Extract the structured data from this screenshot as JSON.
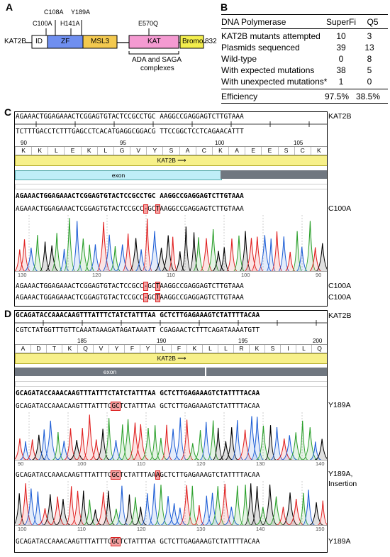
{
  "panelA": {
    "label": "A",
    "gene": "KAT2B",
    "end": "832",
    "domains": [
      "ID",
      "ZF",
      "MSL3",
      "KAT",
      "Bromo"
    ],
    "mutations": [
      "C108A",
      "Y189A",
      "C100A",
      "H141A",
      "E570Q"
    ],
    "complex_note": [
      "ADA and SAGA",
      "complexes"
    ]
  },
  "panelB": {
    "label": "B",
    "header": [
      "DNA Polymerase",
      "SuperFi",
      "Q5"
    ],
    "rows": [
      [
        "KAT2B mutants attempted",
        "10",
        "3"
      ],
      [
        "Plasmids sequenced",
        "39",
        "13"
      ],
      [
        "Wild-type",
        "0",
        "8"
      ],
      [
        "With expected mutations",
        "38",
        "5"
      ],
      [
        "With unexpected mutations*",
        "1",
        "0"
      ]
    ],
    "footer": [
      "Efficiency",
      "97.5%",
      "38.5%"
    ]
  },
  "panelC": {
    "label": "C",
    "ref_seq": "AGAAACTGGAGAAACTCGGAGTGTACTCCGCCTGC AAGGCCGAGGAGTCTTGTAAA",
    "comp_seq": "TCTTTGACCTCTTTGAGCCTCACATGAGGCGGACG TTCCGGCTCCTCAGAACATTT",
    "aa": [
      "K",
      "K",
      "L",
      "E",
      "K",
      "L",
      "G",
      "V",
      "Y",
      "S",
      "A",
      "C",
      "K",
      "A",
      "E",
      "E",
      "S",
      "C",
      "K"
    ],
    "aa_nums": [
      "90",
      "95",
      "100",
      "105"
    ],
    "gene_label": "KAT2B",
    "exon": "exon",
    "consensus": "AGAAACTGGAGAAACTCGGAGTGTACTCCGCCTGC AAGGCCGAGGAGTCTTGTAAA",
    "read1_pre": "AGAAACTGGAGAAACTCGGAGTGTACTCCGCC",
    "read1_m1": "-",
    "read1_mid": "GC",
    "read1_m2": "T",
    "read1_post": "AAGGCCGAGGAGTCTTGTAAA",
    "read_label": "C100A",
    "ref_label": "KAT2B",
    "trace_ticks": [
      "130",
      "120",
      "110",
      "100",
      "90"
    ]
  },
  "panelD": {
    "label": "D",
    "ref_seq": "GCAGATACCAAACAAGTTTATTTCTATCTATTTAA GCTCTTGAGAAAGTCTATTTTACAA",
    "comp_seq": "CGTCTATGGTTTGTTCAAATAAAGATAGATAAATT CGAGAACTCTTTCAGATAAAATGTT",
    "aa": [
      "A",
      "D",
      "T",
      "K",
      "Q",
      "V",
      "Y",
      "F",
      "Y",
      "L",
      "F",
      "K",
      "L",
      "L",
      "R",
      "K",
      "S",
      "I",
      "L",
      "Q"
    ],
    "aa_nums": [
      "185",
      "190",
      "195",
      "200"
    ],
    "gene_label": "KAT2B",
    "exon": "exon",
    "consensus": "GCAGATACCAAACAAGTTTATTTCTATCTATTTAA GCTCTTGAGAAAGTCTATTTTACAA",
    "read1_pre": "GCAGATACCAAACAAGTTTATTTC",
    "read1_mut": "GC",
    "read1_post": "TCTATTTAA GCTCTTGAGAAAGTCTATTTTACAA",
    "read1_label": "Y189A",
    "trace1_ticks": [
      "90",
      "100",
      "110",
      "120",
      "130",
      "140"
    ],
    "read2_pre": "GCAGATACCAAACAAGTTTATTTC",
    "read2_mut": "GC",
    "read2_mid": "TCTATTTAA",
    "read2_ins": "A",
    "read2_post": "GCTCTTGAGAAAGTCTATTTTACAA",
    "read2_label": [
      "Y189A,",
      "Insertion"
    ],
    "trace2_ticks": [
      "100",
      "110",
      "120",
      "130",
      "140",
      "150"
    ],
    "read3_label": "Y189A"
  },
  "colors": {
    "A": "#2ca02c",
    "C": "#1f5fd6",
    "G": "#000000",
    "T": "#e02020",
    "gene_bar": "#f7f08a",
    "exon_c": "#bfeef8",
    "mut": "#f4a1a1"
  }
}
